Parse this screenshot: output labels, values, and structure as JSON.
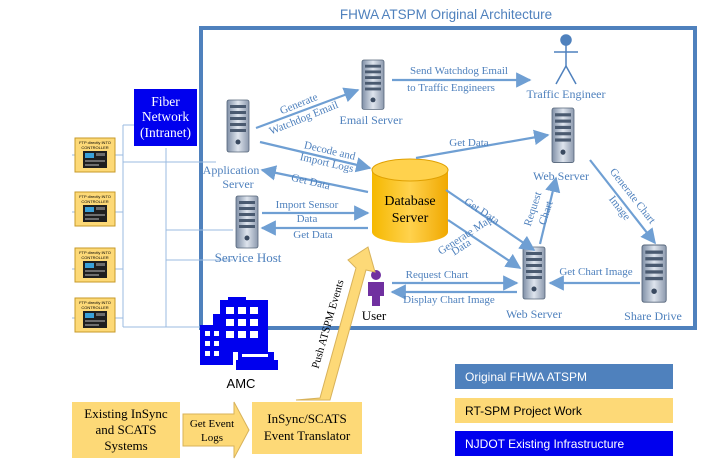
{
  "title": "FHWA ATSPM Original Architecture",
  "nodes": {
    "fiber_network": [
      "Fiber",
      "Network",
      "(Intranet)"
    ],
    "controller_label": [
      "FTP directly INTO",
      "CONTROLLER"
    ],
    "application_server": [
      "Application",
      "Server"
    ],
    "email_server": "Email Server",
    "traffic_engineer": "Traffic Engineer",
    "database_server": [
      "Database",
      "Server"
    ],
    "web_server_top": "Web Server",
    "web_server_bottom": "Web Server",
    "service_host": "Service Host",
    "user": "User",
    "share_drive": "Share Drive",
    "amc": "AMC",
    "existing_systems": [
      "Existing InSync",
      "and SCATS",
      "Systems"
    ],
    "event_translator": [
      "InSync/SCATS",
      "Event Translator"
    ]
  },
  "edges": {
    "generate_watchdog_email": [
      "Generate",
      "Watchdog Email"
    ],
    "send_watchdog_email": [
      "Send Watchdog Email",
      "to Traffic Engineers"
    ],
    "decode_import_logs": [
      "Decode and",
      "Import Logs"
    ],
    "get_data_app": "Get Data",
    "get_data_webtop": "Get Data",
    "import_sensor_data": [
      "Import Sensor",
      "Data"
    ],
    "get_data_service": "Get Data",
    "get_data_webbottom": "Get Data",
    "generate_map_data": [
      "Generate Map",
      "Data"
    ],
    "request_chart_vertical": [
      "Request",
      "Chart"
    ],
    "generate_chart_image": [
      "Generate Chart",
      "Image"
    ],
    "request_chart": "Request Chart",
    "display_chart_image": "Display Chart Image",
    "get_chart_image": "Get Chart Image",
    "push_atspm_events": "Push ATSPM Events",
    "get_event_logs": [
      "Get Event",
      "Logs"
    ]
  },
  "legend": [
    {
      "label": "Original FHWA ATSPM",
      "color": "#4f81bd"
    },
    {
      "label": "RT-SPM Project Work",
      "color": "#fdd977"
    },
    {
      "label": "NJDOT Existing Infrastructure",
      "color": "#0000ee"
    }
  ],
  "colors": {
    "atspm_blue": "#4f81bd",
    "arrow_blue": "#6f9fd3",
    "rtspm_yellow": "#fdd977",
    "njdot_blue": "#0000ee",
    "user_purple": "#7030a0"
  }
}
